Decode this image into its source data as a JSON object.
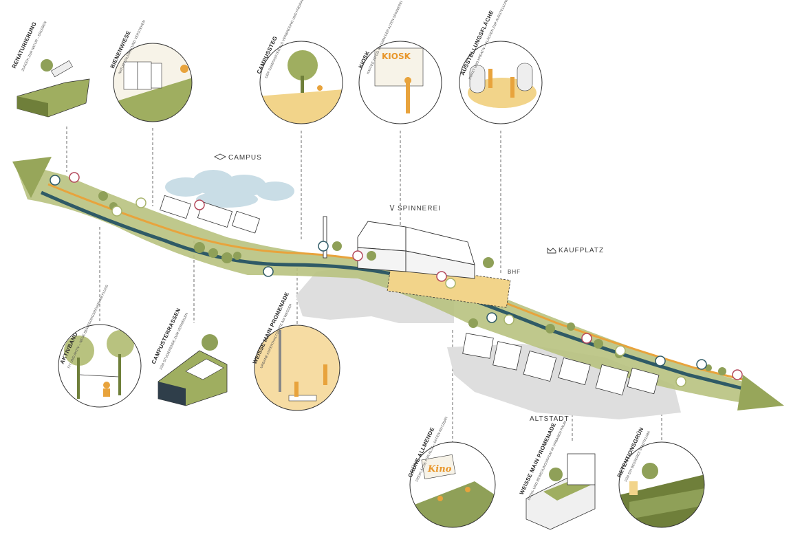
{
  "places": {
    "campus": "CAMPUS",
    "spinnerei": "SPINNEREI",
    "kaufplatz": "KAUFPLATZ",
    "bhf": "BHF",
    "altstadt": "ALTSTADT"
  },
  "vignettes": [
    {
      "title": "RENATURIERUNG",
      "subtitle": "ZURÜCK ZUR NATUR – ERLEBEN"
    },
    {
      "title": "BIENENWIESE",
      "subtitle": "NATUR ERLEBEN UND VERSTEHEN"
    },
    {
      "title": "CAMPUSSTEG",
      "subtitle": "DER CAMPUSSTEG ALS VERBINDUNG UND FREIRAUM"
    },
    {
      "title": "KIOSK",
      "subtitle": "KAFFEE TO GO IM TURM DER ALTEN SPINNEREI"
    },
    {
      "title": "AUSSTELLUNGSFLÄCHE",
      "subtitle": "KUNST UND KREATIV – FLÄCHEN ZUR AUSSTELLUNG"
    },
    {
      "title": "AKTIVBAND",
      "subtitle": "FIT UND AKTIV – NEUE BEWEGUNGSRÄUME AM FLUSS"
    },
    {
      "title": "CAMPUSTERRASSEN",
      "subtitle": "FÜR STUDIERENDE ZUM VERWEILEN"
    },
    {
      "title": "WEISSE MAIN PROMENADE",
      "subtitle": "URBANE AUFENTHALTSORTE AM WASSER"
    },
    {
      "title": "GRÜNE ALLMENDE",
      "subtitle": "FREIFLÄCHE FÜR ALLE – OFFEN NUTZBAR"
    },
    {
      "title": "WEISSE MAIN PROMENADE",
      "subtitle": "GRÜN- UND BEWEGUNGSRAUM IM URBANEN RAUM"
    },
    {
      "title": "RETENTIONSGRÜN",
      "subtitle": "FÜR EIN BESSERES STADTKLIMA"
    }
  ],
  "signs": {
    "kiosk": "KIOSK",
    "kino": "Kino"
  },
  "colors": {
    "green": "#a7b36b",
    "dark_green": "#6f7f3a",
    "river": "#2f5a66",
    "orange": "#e8a33c",
    "yellow": "#f2d48a",
    "gray": "#dcdcdc",
    "pin_red": "#b3475a"
  },
  "icons": [
    "eye-icon",
    "map-pin-icon",
    "graduation-cap-icon",
    "factory-icon",
    "crown-icon",
    "bird-icon",
    "dog-icon",
    "bicycle-icon",
    "tree-icon",
    "person-icon"
  ]
}
